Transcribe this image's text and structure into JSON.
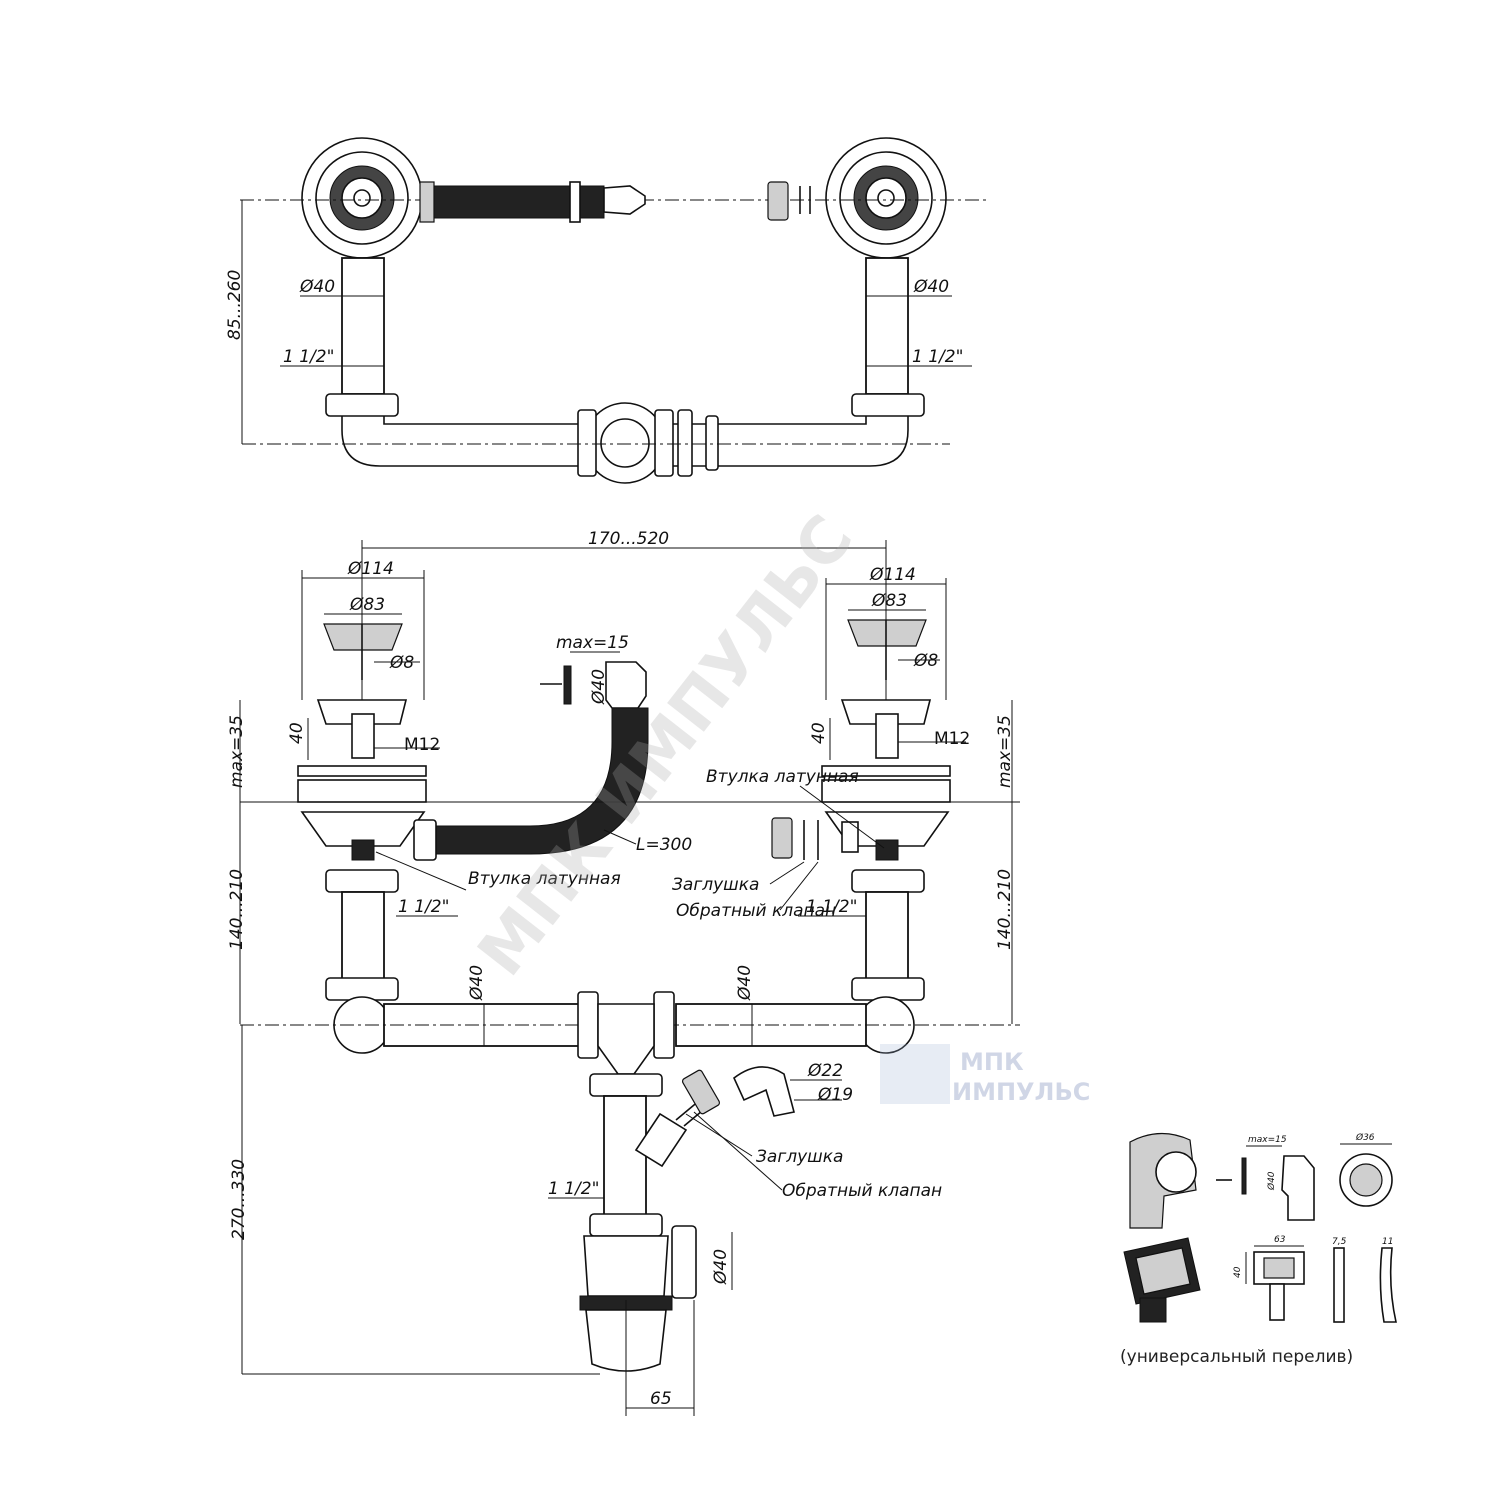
{
  "labels": {
    "d40_top_left": "Ø40",
    "d40_top_right": "Ø40",
    "thread_top_left": "1 1/2\"",
    "thread_top_right": "1 1/2\"",
    "height_top": "85...260",
    "spacing": "170...520",
    "d114_left": "Ø114",
    "d114_right": "Ø114",
    "d83_left": "Ø83",
    "d83_right": "Ø83",
    "d8_left": "Ø8",
    "d8_right": "Ø8",
    "len40_left": "40",
    "len40_right": "40",
    "m12_left": "M12",
    "m12_right": "M12",
    "max35_left": "max=35",
    "max35_right": "max=35",
    "max15": "max=15",
    "d40_overflow": "Ø40",
    "hose_length": "L=300",
    "bushing_right": "Втулка латунная",
    "bushing_left": "Втулка латунная",
    "plug_mid": "Заглушка",
    "valve_mid": "Обратный клапан",
    "h140_left": "140...210",
    "h140_right": "140...210",
    "thread_mid_left": "1 1/2\"",
    "thread_mid_right": "1 1/2\"",
    "d40_main_left": "Ø40",
    "d40_main_right": "Ø40",
    "d22": "Ø22",
    "d19": "Ø19",
    "plug_bottom": "Заглушка",
    "valve_bottom": "Обратный клапан",
    "thread_bottom": "1 1/2\"",
    "h270": "270...330",
    "d40_trap": "Ø40",
    "offset65": "65"
  },
  "watermark": {
    "diagonal": "МПК ИМПУЛЬС",
    "logo_line1": "МПК",
    "logo_line2": "ИМПУЛЬС"
  },
  "inset": {
    "max15": "max=15",
    "d40": "Ø40",
    "d36": "Ø36",
    "w63": "63",
    "h40": "40",
    "t75": "7,5",
    "t11": "11",
    "caption": "(универсальный перелив)"
  }
}
